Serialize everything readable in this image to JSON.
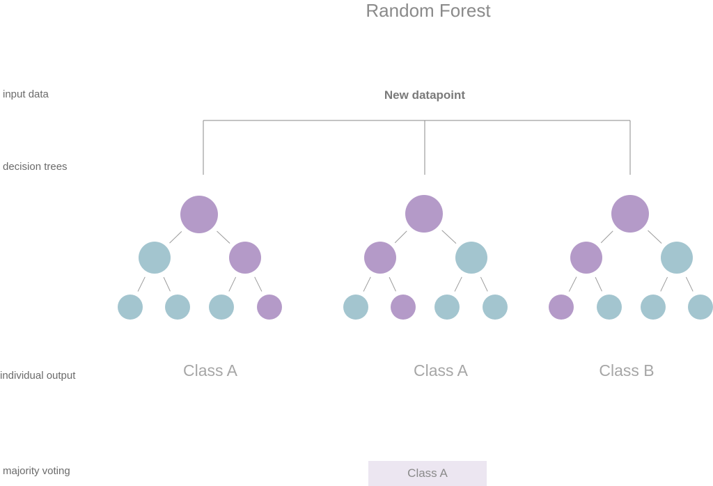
{
  "title": "Random Forest",
  "row_labels": {
    "input": "input data",
    "trees": "decision trees",
    "output": "individual output",
    "voting": "majority voting"
  },
  "input_node": "New datapoint",
  "colors": {
    "class_a": "#b49ac8",
    "class_b": "#a3c5cf",
    "vote_box": "#ece6f1"
  },
  "trees": [
    {
      "root": "a",
      "level1": [
        "b",
        "a"
      ],
      "leaves": [
        "b",
        "b",
        "b",
        "a"
      ],
      "output": "Class A"
    },
    {
      "root": "a",
      "level1": [
        "a",
        "b"
      ],
      "leaves": [
        "b",
        "a",
        "b",
        "b"
      ],
      "output": "Class A"
    },
    {
      "root": "a",
      "level1": [
        "a",
        "b"
      ],
      "leaves": [
        "a",
        "b",
        "b",
        "b"
      ],
      "output": "Class B"
    }
  ],
  "majority_vote": "Class A"
}
